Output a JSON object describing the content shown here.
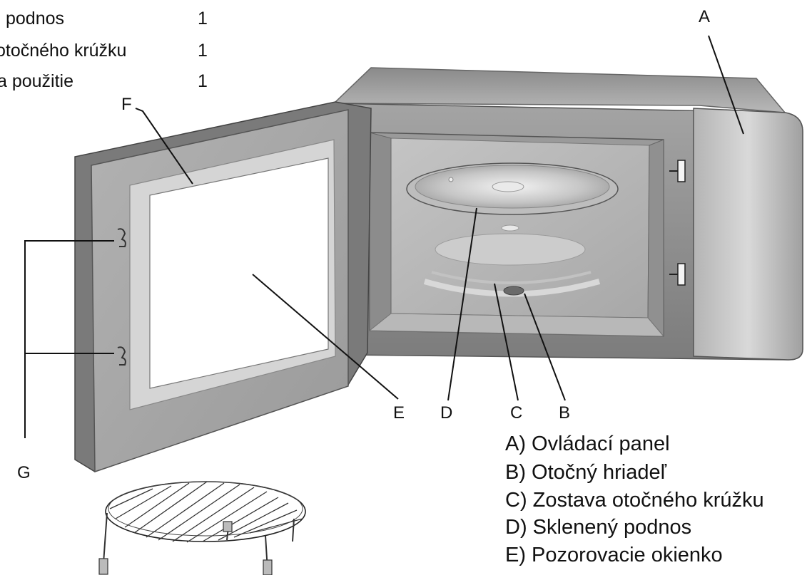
{
  "parts_list": [
    {
      "name": "podnos",
      "qty": "1"
    },
    {
      "name": "otočného krúžku",
      "qty": "1"
    },
    {
      "name": "a použitie",
      "qty": "1"
    }
  ],
  "labels": {
    "A": "A",
    "B": "B",
    "C": "C",
    "D": "D",
    "E": "E",
    "F": "F",
    "G": "G"
  },
  "legend": [
    "A)  Ovládací panel",
    "B)  Otočný hriadeľ",
    "C) Zostava otočného krúžku",
    "D) Sklenený podnos",
    "E)  Pozorovacie okienko"
  ]
}
